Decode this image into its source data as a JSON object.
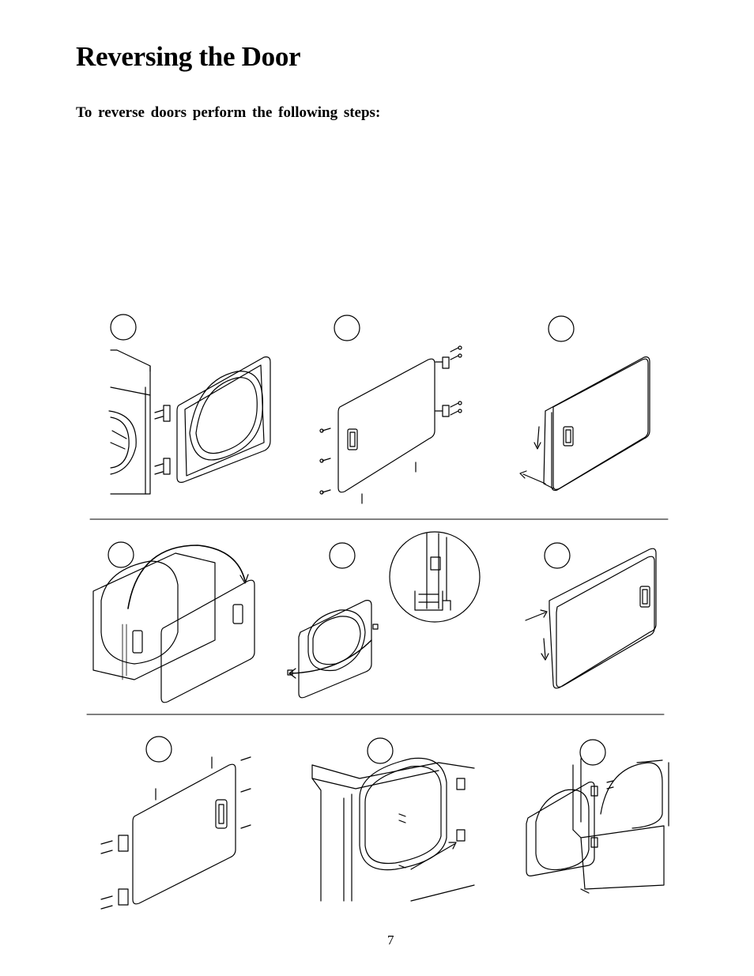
{
  "page": {
    "title": "Reversing the Door",
    "instruction": "To reverse doors perform the following steps:",
    "page_number": "7"
  },
  "figure": {
    "steps": [
      {
        "number": "",
        "description": "door-removed-from-dryer"
      },
      {
        "number": "",
        "description": "remove-hinges-and-screws"
      },
      {
        "number": "",
        "description": "separate-door-panels"
      },
      {
        "number": "",
        "description": "flip-outer-panel"
      },
      {
        "number": "",
        "description": "move-inner-door-clips"
      },
      {
        "number": "",
        "description": "reassemble-door-panels"
      },
      {
        "number": "",
        "description": "install-hinges-opposite-side"
      },
      {
        "number": "",
        "description": "move-hinge-mounts-on-cabinet"
      },
      {
        "number": "",
        "description": "rehang-door"
      }
    ]
  }
}
